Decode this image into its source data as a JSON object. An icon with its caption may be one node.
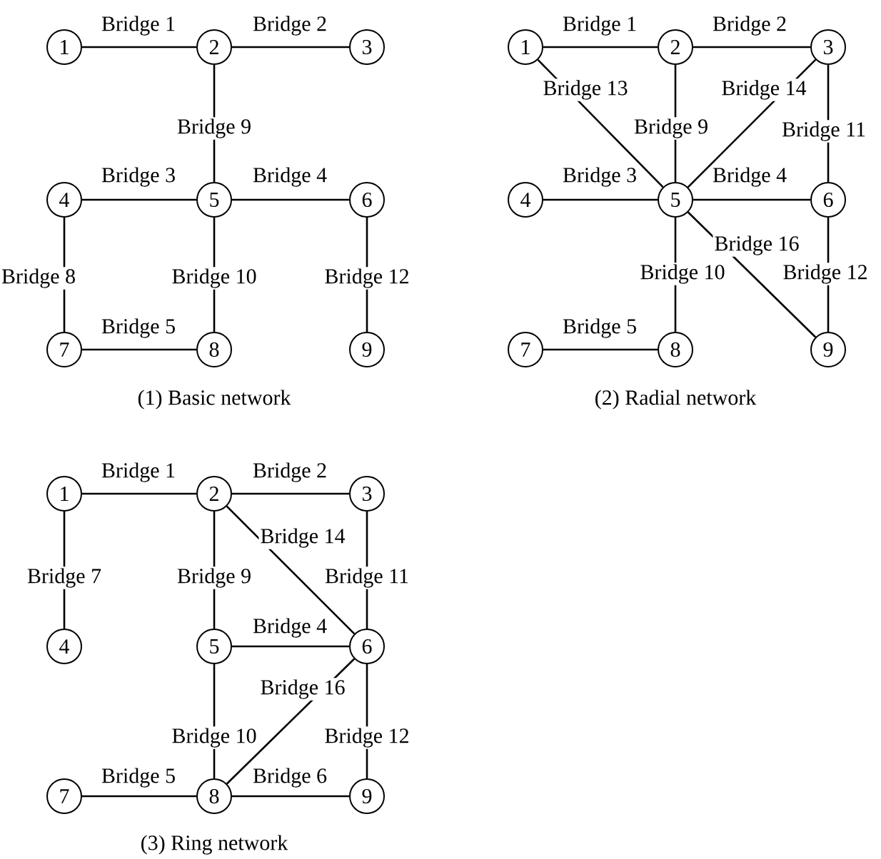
{
  "diagram": {
    "nodes": [
      {
        "text": [
          "1"
        ]
      },
      {
        "text": [
          "2"
        ]
      },
      {
        "text": [
          "3"
        ]
      },
      {
        "text": [
          "4"
        ]
      },
      {
        "text": [
          "5"
        ]
      },
      {
        "text": [
          "6"
        ]
      },
      {
        "text": [
          "7"
        ]
      },
      {
        "text": [
          "8"
        ]
      },
      {
        "text": [
          "9"
        ]
      },
      {
        "text": [
          "1"
        ]
      },
      {
        "text": [
          "2"
        ]
      },
      {
        "text": [
          "3"
        ]
      },
      {
        "text": [
          "4"
        ]
      },
      {
        "text": [
          "5"
        ]
      },
      {
        "text": [
          "6"
        ]
      },
      {
        "text": [
          "7"
        ]
      },
      {
        "text": [
          "8"
        ]
      },
      {
        "text": [
          "9"
        ]
      },
      {
        "text": [
          "1"
        ]
      },
      {
        "text": [
          "2"
        ]
      },
      {
        "text": [
          "3"
        ]
      },
      {
        "text": [
          "4"
        ]
      },
      {
        "text": [
          "5"
        ]
      },
      {
        "text": [
          "6"
        ]
      },
      {
        "text": [
          "7"
        ]
      },
      {
        "text": [
          "8"
        ]
      },
      {
        "text": [
          "9"
        ]
      }
    ],
    "edges": [
      {
        "from": 0,
        "to": 1,
        "arrow": "none",
        "label": "Bridge 1"
      },
      {
        "from": 1,
        "to": 2,
        "arrow": "none",
        "label": "Bridge 2"
      },
      {
        "from": 1,
        "to": 4,
        "arrow": "none",
        "label": "Bridge 9"
      },
      {
        "from": 3,
        "to": 4,
        "arrow": "none",
        "label": "Bridge 3"
      },
      {
        "from": 4,
        "to": 5,
        "arrow": "none",
        "label": "Bridge 4"
      },
      {
        "from": 3,
        "to": 6,
        "arrow": "none",
        "label": "Bridge 8"
      },
      {
        "from": 4,
        "to": 7,
        "arrow": "none",
        "label": "Bridge 10"
      },
      {
        "from": 5,
        "to": 8,
        "arrow": "none",
        "label": "Bridge 12"
      },
      {
        "from": 6,
        "to": 7,
        "arrow": "none",
        "label": "Bridge 5"
      },
      {
        "from": 9,
        "to": 10,
        "arrow": "none",
        "label": "Bridge 1"
      },
      {
        "from": 10,
        "to": 11,
        "arrow": "none",
        "label": "Bridge 2"
      },
      {
        "from": 9,
        "to": 13,
        "arrow": "none",
        "label": "Bridge 13"
      },
      {
        "from": 10,
        "to": 13,
        "arrow": "none",
        "label": "Bridge 9"
      },
      {
        "from": 11,
        "to": 13,
        "arrow": "none",
        "label": "Bridge 14"
      },
      {
        "from": 11,
        "to": 14,
        "arrow": "none",
        "label": "Bridge 11"
      },
      {
        "from": 12,
        "to": 13,
        "arrow": "none",
        "label": "Bridge 3"
      },
      {
        "from": 13,
        "to": 14,
        "arrow": "none",
        "label": "Bridge 4"
      },
      {
        "from": 13,
        "to": 17,
        "arrow": "none",
        "label": "Bridge 16"
      },
      {
        "from": 13,
        "to": 16,
        "arrow": "none",
        "label": "Bridge 10"
      },
      {
        "from": 14,
        "to": 17,
        "arrow": "none",
        "label": "Bridge 12"
      },
      {
        "from": 15,
        "to": 16,
        "arrow": "none",
        "label": "Bridge 5"
      },
      {
        "from": 18,
        "to": 19,
        "arrow": "none",
        "label": "Bridge 1"
      },
      {
        "from": 19,
        "to": 20,
        "arrow": "none",
        "label": "Bridge 2"
      },
      {
        "from": 18,
        "to": 21,
        "arrow": "none",
        "label": "Bridge 7"
      },
      {
        "from": 19,
        "to": 22,
        "arrow": "none",
        "label": "Bridge 9"
      },
      {
        "from": 19,
        "to": 23,
        "arrow": "none",
        "label": "Bridge 14"
      },
      {
        "from": 20,
        "to": 23,
        "arrow": "none",
        "label": "Bridge 11"
      },
      {
        "from": 22,
        "to": 23,
        "arrow": "none",
        "label": "Bridge 4"
      },
      {
        "from": 23,
        "to": 25,
        "arrow": "none",
        "label": "Bridge 16"
      },
      {
        "from": 22,
        "to": 25,
        "arrow": "none",
        "label": "Bridge 10"
      },
      {
        "from": 23,
        "to": 26,
        "arrow": "none",
        "label": "Bridge 12"
      },
      {
        "from": 24,
        "to": 25,
        "arrow": "none",
        "label": "Bridge 5"
      },
      {
        "from": 25,
        "to": 26,
        "arrow": "none",
        "label": "Bridge 6"
      }
    ],
    "labels": [
      "(1) Basic network",
      "(2) Radial network",
      "(3) Ring network"
    ]
  }
}
